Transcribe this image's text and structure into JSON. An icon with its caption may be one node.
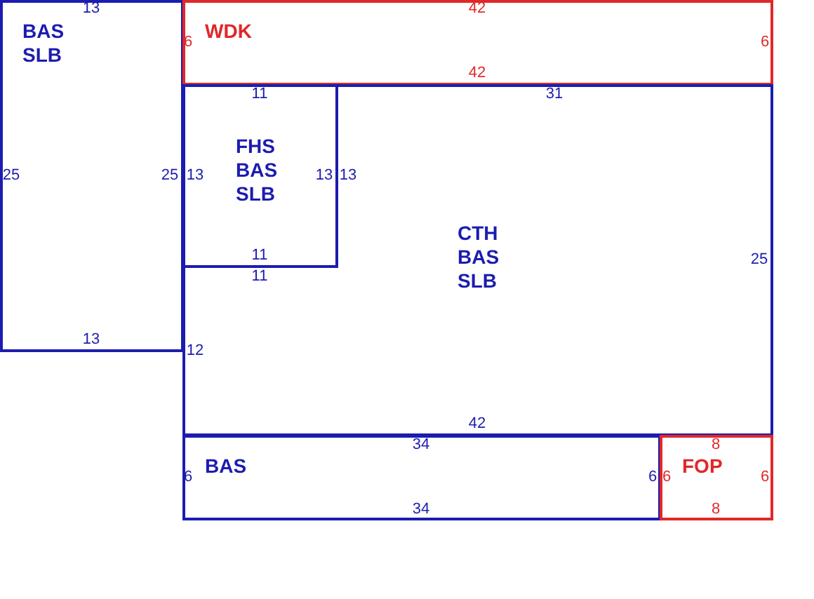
{
  "diagram": {
    "nodes": [
      {
        "text": [
          "BAS SLB"
        ]
      },
      {
        "text": [
          "WDK"
        ]
      },
      {
        "text": [
          "FHS BAS SLB"
        ],
        "in": 3
      },
      {
        "text": [
          "CTH BAS SLB"
        ]
      },
      {
        "text": [
          "BAS"
        ]
      },
      {
        "text": [
          "FOP"
        ]
      }
    ],
    "labels": [
      "13",
      "42",
      "6",
      "6",
      "42",
      "11",
      "31",
      "25",
      "25",
      "13",
      "13",
      "13",
      "11",
      "25",
      "11",
      "13",
      "12",
      "42",
      "34",
      "8",
      "6",
      "6",
      "6",
      "6",
      "34",
      "8"
    ]
  }
}
